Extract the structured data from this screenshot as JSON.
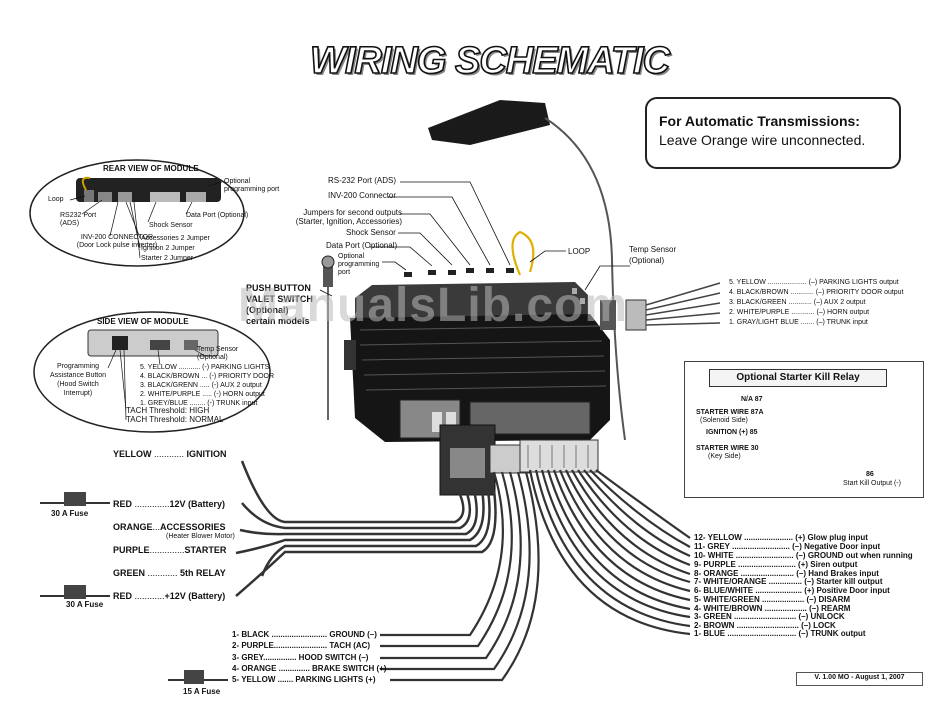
{
  "title": "WIRING SCHEMATIC",
  "automatic_note": {
    "line1": "For Automatic Transmissions:",
    "line2": "Leave Orange wire unconnected."
  },
  "rear_view": {
    "title": "REAR VIEW OF MODULE",
    "optional_port": "Optional programming port",
    "loop": "Loop",
    "rs232": "RS232 Port (ADS)",
    "inv200": "INV-200 CONNECTOR (Door Lock pulse inverter)",
    "shock": "Shock Sensor",
    "data_port": "Data Port (Optional)",
    "accessories_jumper": "Accessories 2 Jumper",
    "ignition_jumper": "Ignition 2 Jumper",
    "starter_jumper": "Starter 2 Jumper"
  },
  "side_view": {
    "title": "SIDE VIEW OF MODULE",
    "programming_button": "Programming Assistance Button (Hood Switch Interrupt)",
    "temp_sensor": "Temp Sensor (Optional)",
    "wires": [
      "5. YELLOW ........... (-) PARKING LIGHTS",
      "4. BLACK/BROWN ... (-) PRIORITY DOOR",
      "3. BLACK/GRENN ..... (-) AUX 2 output",
      "2. WHITE/PURPLE ..... (-) HORN output",
      "1. GREY/BLUE ........ (-) TRUNK input"
    ],
    "tach_high": "TACH Threshold: HIGH",
    "tach_normal": "TACH Threshold: NORMAL"
  },
  "center_labels": {
    "rs232": "RS-232 Port (ADS)",
    "inv200": "INV-200 Connector",
    "jumpers": "Jumpers for second outputs (Starter, Ignition, Accessories)",
    "shock": "Shock Sensor",
    "data_port": "Data Port (Optional)",
    "optional_programming": "Optional programming port",
    "loop": "LOOP",
    "temp_sensor": "Temp Sensor (Optional)",
    "push_button": "PUSH BUTTON VALET SWITCH (Optional) certain models"
  },
  "right_connector": [
    "5. YELLOW .................... (–) PARKING LIGHTS output",
    "4. BLACK/BROWN ............ (–) PRIORITY DOOR output",
    "3. BLACK/GREEN ............ (–) AUX 2 output",
    "2. WHITE/PURPLE ............ (–) HORN output",
    "1. GRAY/LIGHT BLUE ....... (–) TRUNK input"
  ],
  "relay": {
    "title": "Optional Starter Kill Relay",
    "na87": "N/A 87",
    "starter87a": "STARTER WIRE 87A",
    "solenoid": "(Solenoid Side)",
    "ignition85": "IGNITION (+) 85",
    "starter30": "STARTER WIRE 30",
    "keyside": "(Key Side)",
    "pin86": "86",
    "kill_output": "Start Kill Output (-)"
  },
  "power_harness": [
    {
      "color": "YELLOW",
      "dots": " ............ ",
      "function": "IGNITION"
    },
    {
      "color": "RED",
      "dots": " ..............",
      "function": "12V (Battery)"
    },
    {
      "color": "ORANGE",
      "dots": "...",
      "function": "ACCESSORIES"
    },
    {
      "color": "PURPLE",
      "dots": "..............",
      "function": "STARTER"
    },
    {
      "color": "GREEN",
      "dots": " ............ ",
      "function": "5th RELAY"
    },
    {
      "color": "RED",
      "dots": " ............",
      "function": "+12V (Battery)"
    }
  ],
  "heater_note": "(Heater Blower Motor)",
  "fuses": [
    "30 A Fuse",
    "30 A Fuse",
    "15 A Fuse"
  ],
  "bottom_harness": [
    "1- BLACK ......................... GROUND (–)",
    "2- PURPLE........................ TACH (AC)",
    "3- GREY............... HOOD SWITCH (–)",
    "4- ORANGE .............. BRAKE SWITCH (+)",
    "5- YELLOW ....... PARKING LIGHTS (+)"
  ],
  "main_harness": [
    {
      "color": "12- YELLOW ......................",
      "function": "(+) Glow plug input"
    },
    {
      "color": "11- GREY ..........................",
      "function": "(–) Negative Door input"
    },
    {
      "color": "10- WHITE ..........................",
      "function": "(–) GROUND out when running"
    },
    {
      "color": "9- PURPLE ..........................",
      "function": "(+) Siren output"
    },
    {
      "color": "8- ORANGE ........................",
      "function": "(–) Hand Brakes input"
    },
    {
      "color": "7- WHITE/ORANGE ...............",
      "function": "(–) Starter kill output"
    },
    {
      "color": "6- BLUE/WHITE .....................",
      "function": "(+) Positive Door input"
    },
    {
      "color": "5- WHITE/GREEN ...................",
      "function": "(–) DISARM"
    },
    {
      "color": "4- WHITE/BROWN ...................",
      "function": "(–) REARM"
    },
    {
      "color": "3- GREEN ............................",
      "function": "(–) UNLOCK"
    },
    {
      "color": "2- BROWN ............................",
      "function": "(–) LOCK"
    },
    {
      "color": "1- BLUE ...............................",
      "function": "(–) TRUNK output"
    }
  ],
  "version": "V. 1.00   MO - August 1, 2007",
  "watermark": "ManualsLib.com"
}
